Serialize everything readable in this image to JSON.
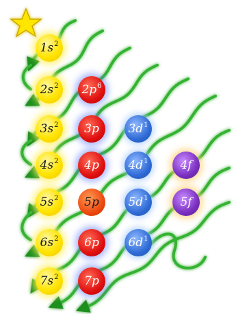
{
  "orbitals": [
    {
      "id": "1s",
      "label": "1s",
      "sup": "2",
      "type": "s",
      "row": 1,
      "col": 0
    },
    {
      "id": "2s",
      "label": "2s",
      "sup": "2",
      "type": "s",
      "row": 2,
      "col": 0
    },
    {
      "id": "2p",
      "label": "2p",
      "sup": "6",
      "type": "p",
      "row": 2,
      "col": 1
    },
    {
      "id": "3s",
      "label": "3s",
      "sup": "2",
      "type": "s",
      "row": 3,
      "col": 0
    },
    {
      "id": "3p",
      "label": "3p",
      "sup": "",
      "type": "p",
      "row": 3,
      "col": 1
    },
    {
      "id": "3d",
      "label": "3d",
      "sup": "1",
      "type": "d",
      "row": 3,
      "col": 2
    },
    {
      "id": "4s",
      "label": "4s",
      "sup": "2",
      "type": "s",
      "row": 4,
      "col": 0
    },
    {
      "id": "4p",
      "label": "4p",
      "sup": "",
      "type": "p",
      "row": 4,
      "col": 1
    },
    {
      "id": "4d",
      "label": "4d",
      "sup": "1",
      "type": "d",
      "row": 4,
      "col": 2
    },
    {
      "id": "4f",
      "label": "4f",
      "sup": "",
      "type": "f",
      "row": 4,
      "col": 3
    },
    {
      "id": "5s",
      "label": "5s",
      "sup": "2",
      "type": "s",
      "row": 5,
      "col": 0
    },
    {
      "id": "5p",
      "label": "5p",
      "sup": "",
      "type": "p5",
      "row": 5,
      "col": 1
    },
    {
      "id": "5d",
      "label": "5d",
      "sup": "1",
      "type": "d",
      "row": 5,
      "col": 2
    },
    {
      "id": "5f",
      "label": "5f",
      "sup": "",
      "type": "f",
      "row": 5,
      "col": 3
    },
    {
      "id": "6s",
      "label": "6s",
      "sup": "2",
      "type": "s",
      "row": 6,
      "col": 0
    },
    {
      "id": "6p",
      "label": "6p",
      "sup": "",
      "type": "p",
      "row": 6,
      "col": 1
    },
    {
      "id": "6d",
      "label": "6d",
      "sup": "1",
      "type": "d",
      "row": 6,
      "col": 2
    },
    {
      "id": "7s",
      "label": "7s",
      "sup": "2",
      "type": "s",
      "row": 7,
      "col": 0
    },
    {
      "id": "7p",
      "label": "7p",
      "sup": "",
      "type": "p",
      "row": 7,
      "col": 1
    }
  ],
  "colors": {
    "s": "#ffe400",
    "p": "#e01010",
    "d": "#2f6bd6",
    "f": "#7a2fc0",
    "arrow": "#34b233",
    "star": "#ffe600"
  }
}
